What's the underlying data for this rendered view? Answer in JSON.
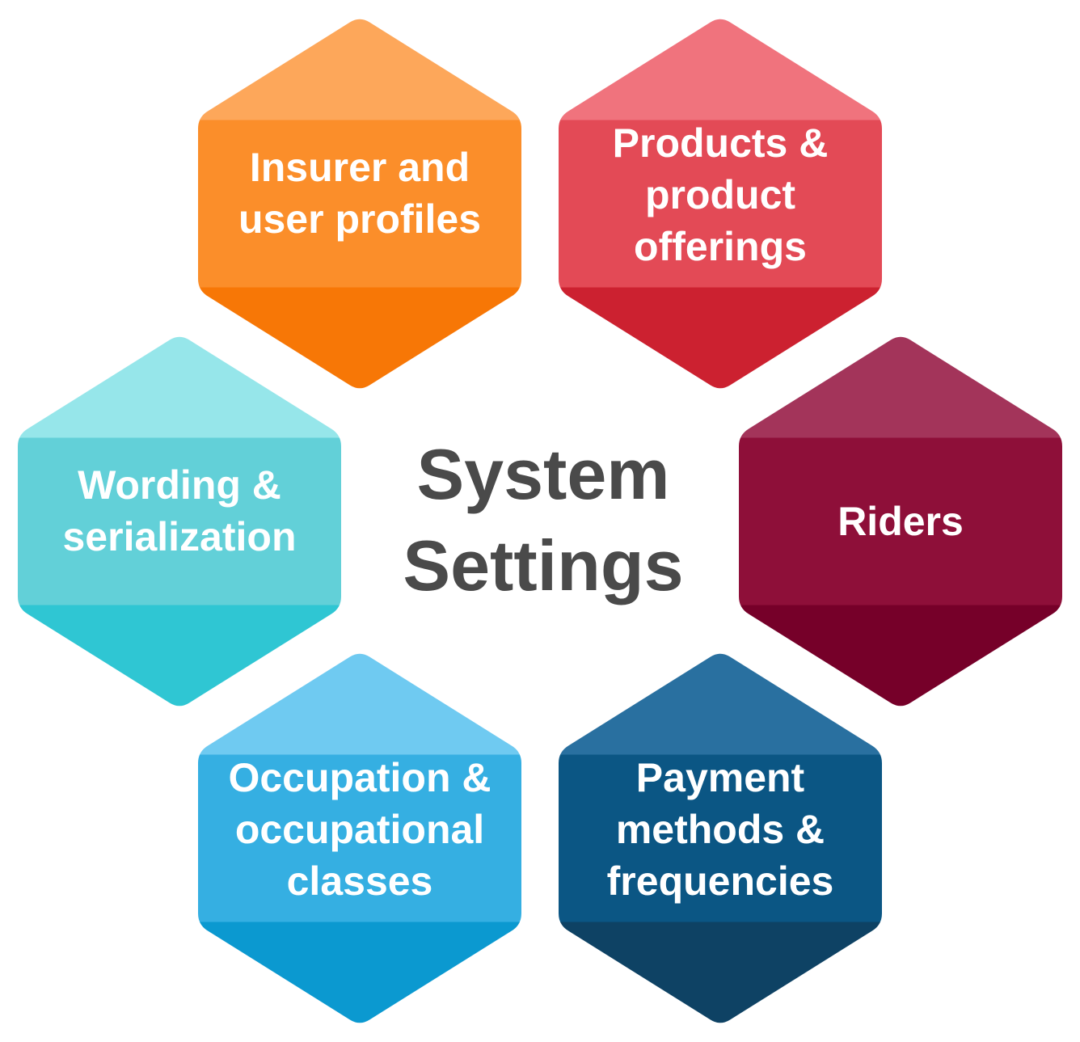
{
  "center": {
    "lines": [
      "System",
      "Settings"
    ],
    "color": "#4a4a4a"
  },
  "hexagons": [
    {
      "id": "insurer-and-user-profiles",
      "lines": [
        "Insurer and",
        "user profiles"
      ],
      "colors": {
        "top": "#fda75a",
        "middle": "#fb8e2a",
        "bottom": "#f77706"
      }
    },
    {
      "id": "products-and-product-offerings",
      "lines": [
        "Products &",
        "product",
        "offerings"
      ],
      "colors": {
        "top": "#f0737d",
        "middle": "#e34a56",
        "bottom": "#cc2130"
      }
    },
    {
      "id": "riders",
      "lines": [
        "Riders"
      ],
      "colors": {
        "top": "#a3345a",
        "middle": "#8e0f39",
        "bottom": "#760029"
      }
    },
    {
      "id": "payment-methods-and-frequencies",
      "lines": [
        "Payment",
        "methods &",
        "frequencies"
      ],
      "colors": {
        "top": "#2970a0",
        "middle": "#0b5684",
        "bottom": "#0e4264"
      }
    },
    {
      "id": "occupation-and-occupational-classes",
      "lines": [
        "Occupation &",
        "occupational",
        "classes"
      ],
      "colors": {
        "top": "#6fcaf1",
        "middle": "#35afe2",
        "bottom": "#0b99d0"
      }
    },
    {
      "id": "wording-and-serialization",
      "lines": [
        "Wording &",
        "serialization"
      ],
      "colors": {
        "top": "#96e6ea",
        "middle": "#62d0d8",
        "bottom": "#2fc6d3"
      }
    }
  ]
}
